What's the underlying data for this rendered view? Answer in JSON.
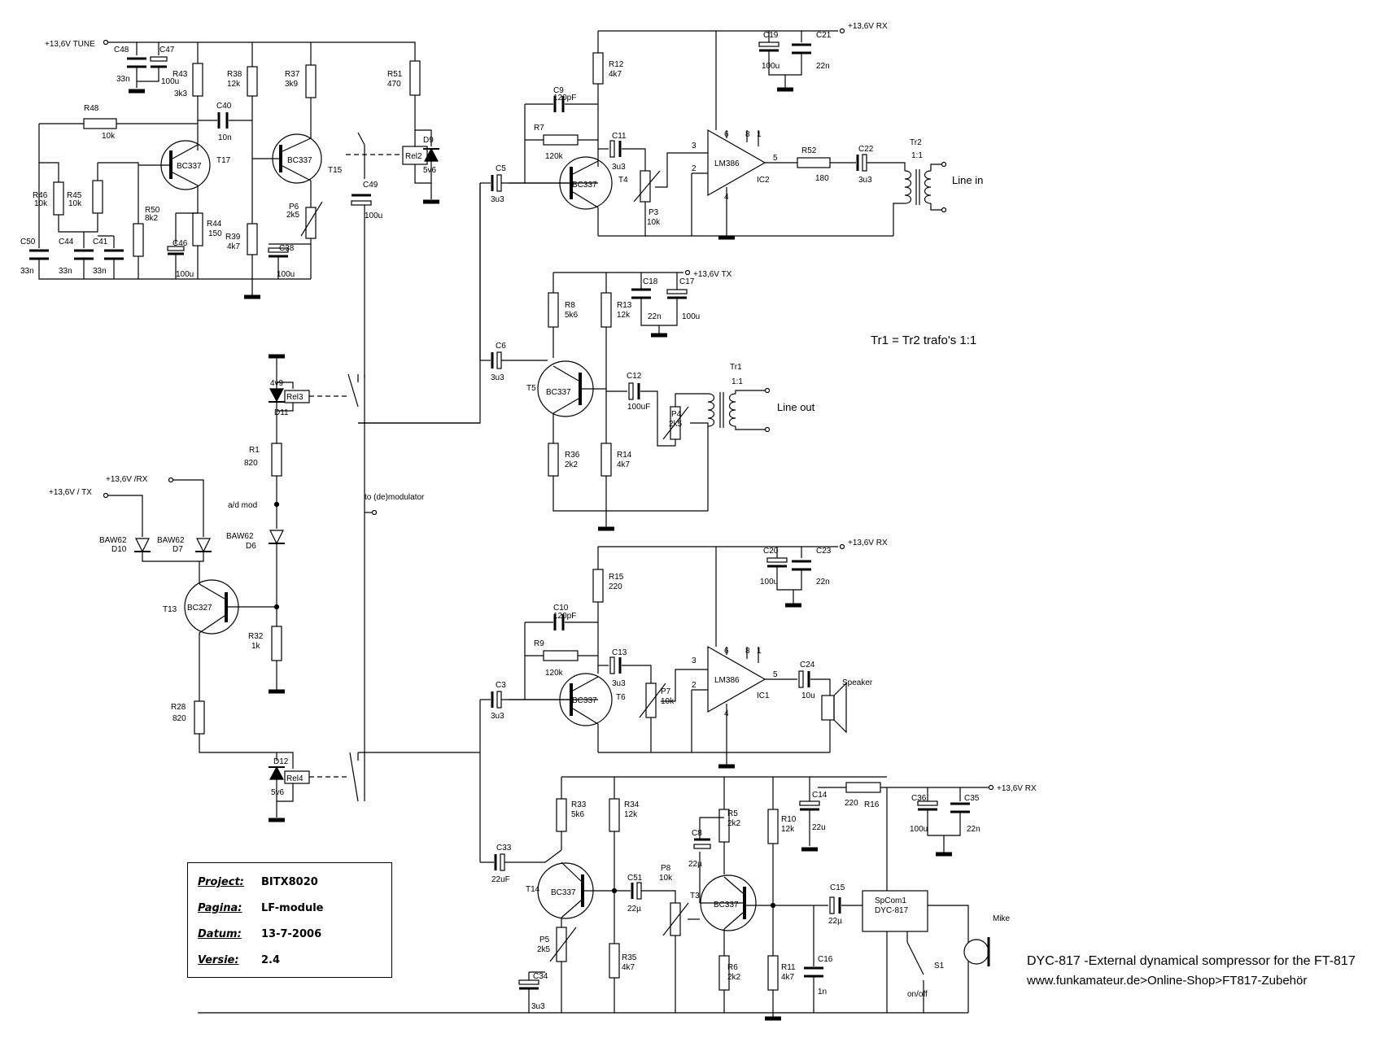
{
  "supplies": {
    "tune": "+13,6V TUNE",
    "rx_top": "+13,6V RX",
    "tx": "+13,6V TX",
    "rx_mid": "+13,6V RX",
    "rx_bottom": "+13,6V RX",
    "tx_left": "+13,6V / TX",
    "rx_left": "+13,6V /RX"
  },
  "components": {
    "C48": {
      "ref": "C48",
      "val": "33n"
    },
    "C47": {
      "ref": "C47",
      "val": "100u"
    },
    "R43": {
      "ref": "R43",
      "val": "3k3"
    },
    "R38": {
      "ref": "R38",
      "val": "12k"
    },
    "R37": {
      "ref": "R37",
      "val": "3k9"
    },
    "R51": {
      "ref": "R51",
      "val": "470"
    },
    "R48": {
      "ref": "R48",
      "val": "10k"
    },
    "C40": {
      "ref": "C40",
      "val": "10n"
    },
    "T17": {
      "ref": "T17",
      "val": "BC337"
    },
    "T15": {
      "ref": "T15",
      "val": "BC337"
    },
    "D9": {
      "ref": "D9",
      "val": "5v6"
    },
    "REL2": {
      "ref": "Rel2"
    },
    "R46": {
      "ref": "R46",
      "val": "10k"
    },
    "R45": {
      "ref": "R45",
      "val": "10k"
    },
    "R50": {
      "ref": "R50",
      "val": "8k2"
    },
    "R44": {
      "ref": "R44",
      "val": "150"
    },
    "C50": {
      "ref": "C50",
      "val": "33n"
    },
    "C44": {
      "ref": "C44",
      "val": "33n"
    },
    "C41": {
      "ref": "C41",
      "val": "33n"
    },
    "C46": {
      "ref": "C46",
      "val": "100u"
    },
    "R39": {
      "ref": "R39",
      "val": "4k7"
    },
    "C38": {
      "ref": "C38",
      "val": "100u"
    },
    "P6": {
      "ref": "P6",
      "val": "2k5"
    },
    "C49": {
      "ref": "C49",
      "val": "100u"
    },
    "R12": {
      "ref": "R12",
      "val": "4k7"
    },
    "C9": {
      "ref": "C9",
      "val": "120pF"
    },
    "R7": {
      "ref": "R7",
      "val": "120k"
    },
    "C11": {
      "ref": "C11",
      "val": "3u3"
    },
    "T4": {
      "ref": "T4",
      "val": "BC337"
    },
    "P3": {
      "ref": "P3",
      "val": "10k"
    },
    "IC2": {
      "ref": "IC2",
      "val": "LM386"
    },
    "C19": {
      "ref": "C19",
      "val": "100u"
    },
    "C21": {
      "ref": "C21",
      "val": "22n"
    },
    "R52": {
      "ref": "R52",
      "val": "180"
    },
    "C22": {
      "ref": "C22",
      "val": "3u3"
    },
    "TR2": {
      "ref": "Tr2",
      "val": "1:1"
    },
    "C5": {
      "ref": "C5",
      "val": "3u3"
    },
    "C6": {
      "ref": "C6",
      "val": "3u3"
    },
    "R8": {
      "ref": "R8",
      "val": "5k6"
    },
    "R13": {
      "ref": "R13",
      "val": "12k"
    },
    "C18": {
      "ref": "C18",
      "val": "22n"
    },
    "C17": {
      "ref": "C17",
      "val": "100u"
    },
    "T5": {
      "ref": "T5",
      "val": "BC337"
    },
    "C12": {
      "ref": "C12",
      "val": "100uF"
    },
    "P4": {
      "ref": "P4",
      "val": "2k5"
    },
    "TR1": {
      "ref": "Tr1",
      "val": "1:1"
    },
    "R36": {
      "ref": "R36",
      "val": "2k2"
    },
    "R14": {
      "ref": "R14",
      "val": "4k7"
    },
    "D11": {
      "ref": "D11",
      "val": "4v9"
    },
    "REL3": {
      "ref": "Rel3"
    },
    "R1": {
      "ref": "R1",
      "val": "820"
    },
    "D6": {
      "ref": "D6",
      "val": "BAW62"
    },
    "D10": {
      "ref": "D10",
      "val": "BAW62"
    },
    "D7": {
      "ref": "D7",
      "val": "BAW62"
    },
    "T13": {
      "ref": "T13",
      "val": "BC327"
    },
    "R32": {
      "ref": "R32",
      "val": "1k"
    },
    "R28": {
      "ref": "R28",
      "val": "820"
    },
    "D12": {
      "ref": "D12",
      "val": "5v6"
    },
    "REL4": {
      "ref": "Rel4"
    },
    "R15": {
      "ref": "R15",
      "val": "220"
    },
    "C10": {
      "ref": "C10",
      "val": "120pF"
    },
    "R9": {
      "ref": "R9",
      "val": "120k"
    },
    "C13": {
      "ref": "C13",
      "val": "3u3"
    },
    "T6": {
      "ref": "T6",
      "val": "BC337"
    },
    "P7": {
      "ref": "P7",
      "val": "10k"
    },
    "IC1": {
      "ref": "IC1",
      "val": "LM386"
    },
    "C20": {
      "ref": "C20",
      "val": "100u"
    },
    "C23": {
      "ref": "C23",
      "val": "22n"
    },
    "C24": {
      "ref": "C24",
      "val": "10u"
    },
    "C3": {
      "ref": "C3",
      "val": "3u3"
    },
    "R33": {
      "ref": "R33",
      "val": "5k6"
    },
    "R34": {
      "ref": "R34",
      "val": "12k"
    },
    "C33": {
      "ref": "C33",
      "val": "22uF"
    },
    "T14": {
      "ref": "T14",
      "val": "BC337"
    },
    "C51": {
      "ref": "C51",
      "val": "22µ"
    },
    "P5": {
      "ref": "P5",
      "val": "2k5"
    },
    "C34": {
      "ref": "C34",
      "val": "3u3"
    },
    "R35": {
      "ref": "R35",
      "val": "4k7"
    },
    "P8": {
      "ref": "P8",
      "val": "10k"
    },
    "C8": {
      "ref": "C8",
      "val": "22µ"
    },
    "T3": {
      "ref": "T3",
      "val": "BC337"
    },
    "R5": {
      "ref": "R5",
      "val": "2k2"
    },
    "R6": {
      "ref": "R6",
      "val": "2k2"
    },
    "R10": {
      "ref": "R10",
      "val": "12k"
    },
    "R11": {
      "ref": "R11",
      "val": "4k7"
    },
    "C14": {
      "ref": "C14",
      "val": "22u"
    },
    "R16": {
      "ref": "R16",
      "val": "220"
    },
    "C15": {
      "ref": "C15",
      "val": "22µ"
    },
    "C16": {
      "ref": "C16",
      "val": "1n"
    },
    "C36": {
      "ref": "C36",
      "val": "100u"
    },
    "C35": {
      "ref": "C35",
      "val": "22n"
    },
    "SPCOM": {
      "ref": "SpCom1",
      "val": "DYC-817"
    },
    "S1": {
      "ref": "S1",
      "val": "on/off"
    }
  },
  "labels": {
    "line_in": "Line in",
    "line_out": "Line out",
    "speaker": "Speaker",
    "mike": "Mike",
    "ad_mod": "a/d mod",
    "to_demod": "to (de)modulator",
    "trafo_note": "Tr1 =  Tr2 trafo's  1:1",
    "desc_line1": "DYC-817 -External dynamical sompressor for the FT-817",
    "desc_line2": "www.funkamateur.de>Online-Shop>FT817-Zubehör",
    "pins": [
      "6",
      "8",
      "1",
      "3",
      "2",
      "5",
      "4"
    ]
  },
  "title_block": {
    "project_label": "Project:",
    "project_value": "BITX8020",
    "page_label": "Pagina:",
    "page_value": "LF-module",
    "date_label": "Datum:",
    "date_value": "13-7-2006",
    "version_label": "Versie:",
    "version_value": "2.4"
  }
}
